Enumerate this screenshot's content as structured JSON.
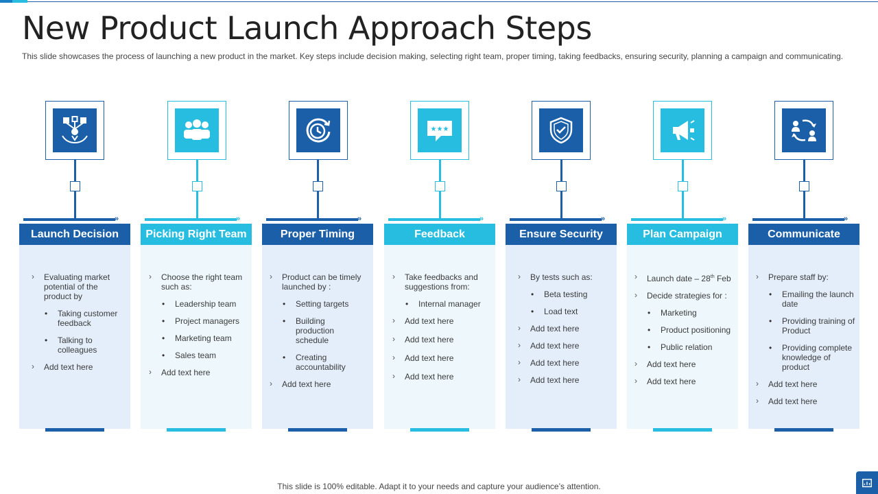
{
  "title": "New Product Launch Approach Steps",
  "subtitle": "This slide showcases the process of launching a new product in the market. Key steps include decision making, selecting right team, proper timing, taking feedbacks, ensuring security, planning a campaign and communicating.",
  "footer": "This slide is 100% editable. Adapt it to your needs and capture your audience’s attention.",
  "colors": {
    "dark": "#1a5fa8",
    "light": "#27bde0",
    "dark_panel": "#e3eefa",
    "light_panel": "#eef7fc"
  },
  "steps": [
    {
      "title": "Launch Decision",
      "icon": "decision-icon",
      "items": [
        "Evaluating market potential of the product by",
        "Taking customer feedback",
        "Talking to colleagues",
        "Add text here"
      ]
    },
    {
      "title": "Picking Right Team",
      "icon": "team-icon",
      "items": [
        "Choose the right team such as:",
        "Leadership team",
        "Project managers",
        "Marketing team",
        "Sales team",
        "Add text here"
      ]
    },
    {
      "title": "Proper Timing",
      "icon": "clock-icon",
      "items": [
        "Product can be timely launched by :",
        "Setting targets",
        "Building production schedule",
        "Creating accountability",
        "Add text here"
      ]
    },
    {
      "title": "Feedback",
      "icon": "rating-chat-icon",
      "items": [
        "Take feedbacks and suggestions from:",
        "Internal manager",
        "Add text here",
        "Add text here",
        "Add text here",
        "Add text here"
      ]
    },
    {
      "title": "Ensure Security",
      "icon": "shield-icon",
      "items": [
        "By tests such as:",
        "Beta testing",
        "Load text",
        "Add text here",
        "Add text here",
        "Add text here",
        "Add text here"
      ]
    },
    {
      "title": "Plan Campaign",
      "icon": "megaphone-icon",
      "items": [
        "Launch date – 28",
        "th",
        "Feb",
        "Decide strategies for :",
        "Marketing",
        "Product positioning",
        "Public relation",
        "Add text here",
        "Add text here"
      ]
    },
    {
      "title": "Communicate",
      "icon": "people-exchange-icon",
      "items": [
        "Prepare staff by:",
        "Emailing the launch date",
        "Providing training of Product",
        "Providing complete knowledge of product",
        "Add text here",
        "Add text here"
      ]
    }
  ]
}
